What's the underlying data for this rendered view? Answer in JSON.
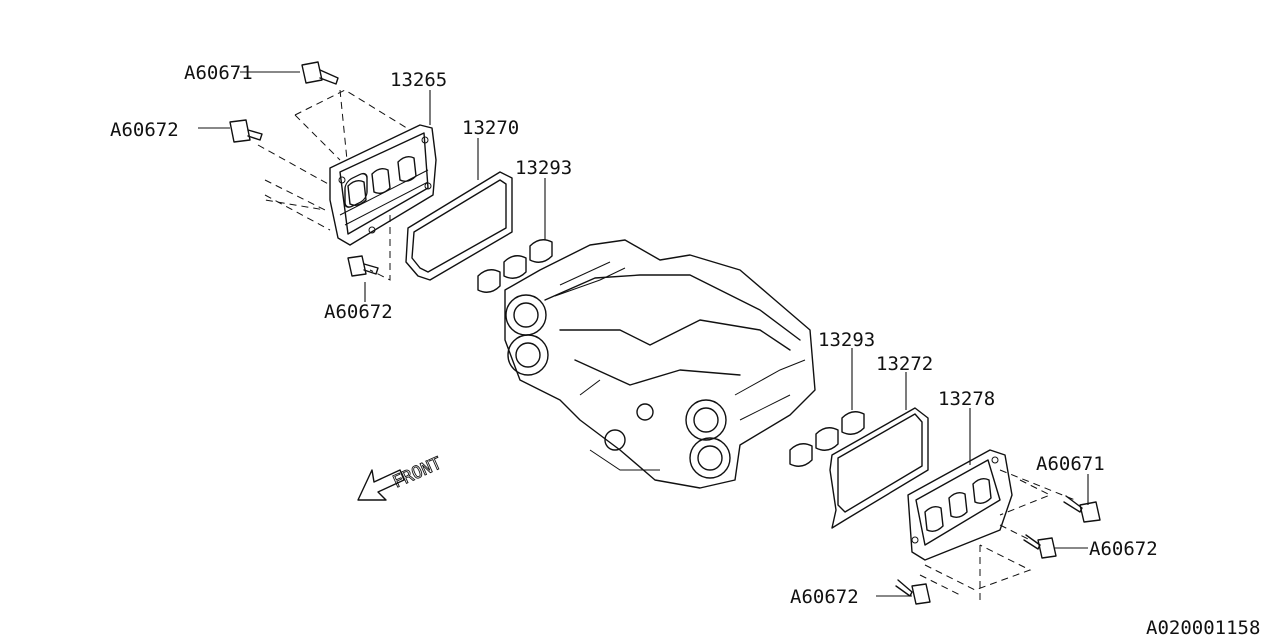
{
  "labels": {
    "bolt_a60671_left": "A60671",
    "bolt_a60672_left_upper": "A60672",
    "bolt_a60672_left_lower": "A60672",
    "cover_13265": "13265",
    "gasket_13270": "13270",
    "seal_13293_left": "13293",
    "seal_13293_right": "13293",
    "gasket_13272": "13272",
    "cover_13278": "13278",
    "bolt_a60671_right": "A60671",
    "bolt_a60672_right_upper": "A60672",
    "bolt_a60672_right_lower": "A60672",
    "front": "FRONT",
    "diagram_id": "A020001158"
  }
}
